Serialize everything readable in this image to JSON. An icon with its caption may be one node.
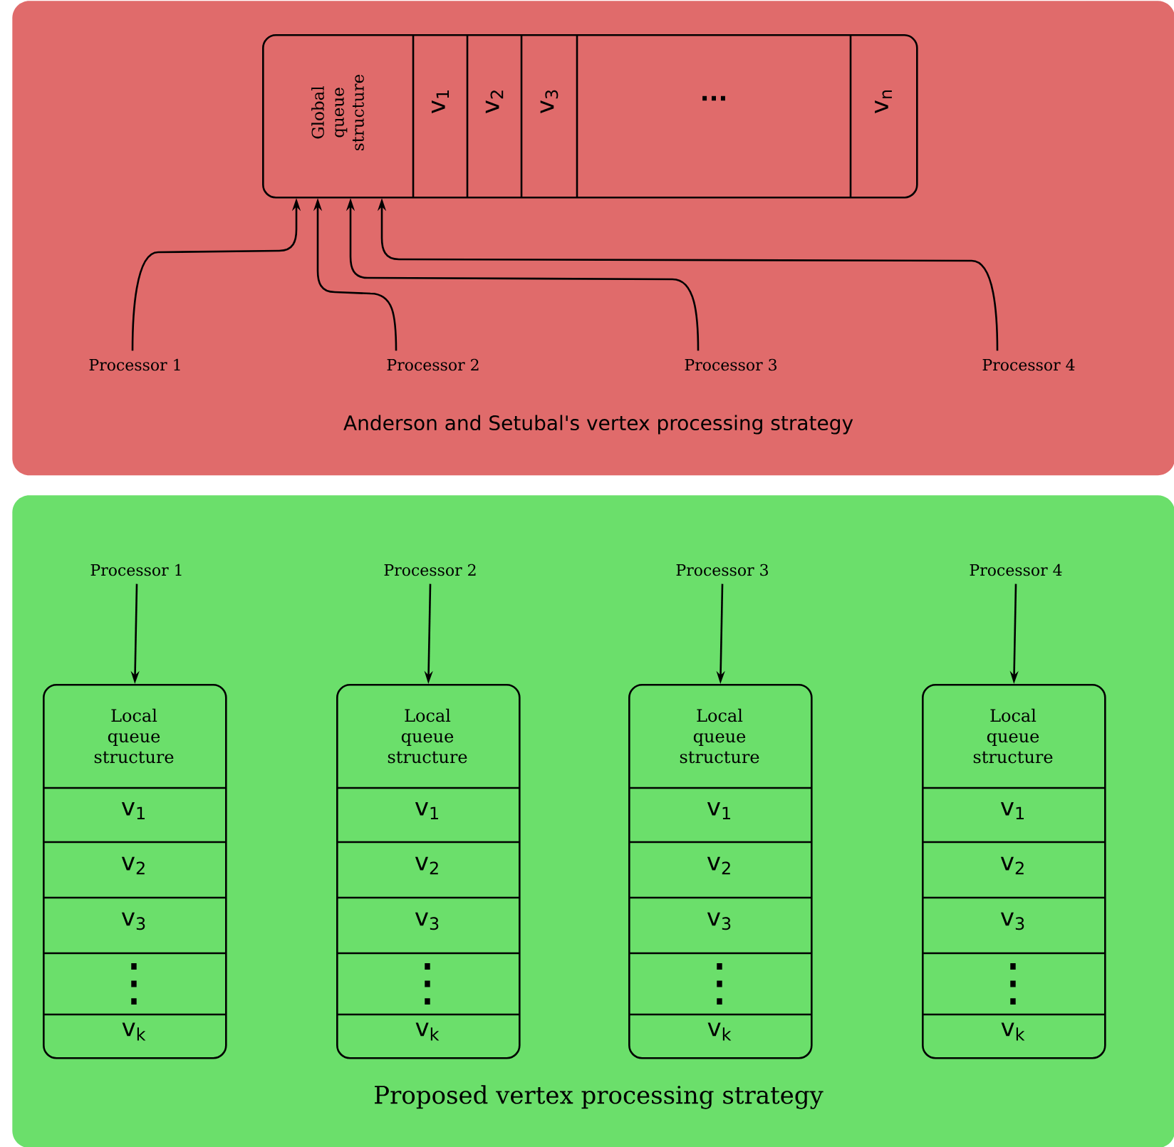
{
  "diagram": {
    "nodes": [
      {
        "text": [
          "Anderson and Setubal's vertex processing strategy"
        ]
      },
      {
        "text": [
          "Global queue structure",
          "v$_{1}$",
          "v$_{2}$",
          "v$_{3}$",
          "...",
          "v$_{n}$"
        ],
        "in": 0
      },
      {
        "text": [
          "Processor 1"
        ],
        "in": 0
      },
      {
        "text": [
          "Processor 2"
        ],
        "in": 0
      },
      {
        "text": [
          "Processor 3"
        ],
        "in": 0
      },
      {
        "text": [
          "Processor 4"
        ],
        "in": 0
      },
      {
        "text": [
          "Proposed vertex processing strategy"
        ]
      },
      {
        "text": [
          "Processor 1"
        ],
        "in": 6
      },
      {
        "text": [
          "Processor 2"
        ],
        "in": 6
      },
      {
        "text": [
          "Processor 3"
        ],
        "in": 6
      },
      {
        "text": [
          "Processor 4"
        ],
        "in": 6
      },
      {
        "text": [
          "Local queue structure",
          "v$_{1}$",
          "v$_{2}$",
          "v$_{3}$",
          "⋮",
          "v$_{k}$"
        ],
        "in": 6
      },
      {
        "text": [
          "Local queue structure",
          "v$_{1}$",
          "v$_{2}$",
          "v$_{3}$",
          "⋮",
          "v$_{k}$"
        ],
        "in": 6
      },
      {
        "text": [
          "Local queue structure",
          "v$_{1}$",
          "v$_{2}$",
          "v$_{3}$",
          "⋮",
          "v$_{k}$"
        ],
        "in": 6
      },
      {
        "text": [
          "Local queue structure",
          "v$_{1}$",
          "v$_{2}$",
          "v$_{3}$",
          "⋮",
          "v$_{k}$"
        ],
        "in": 6
      }
    ],
    "edges": [
      {
        "from": 2,
        "to": 1,
        "arrow": "to"
      },
      {
        "from": 3,
        "to": 1,
        "arrow": "to"
      },
      {
        "from": 4,
        "to": 1,
        "arrow": "to"
      },
      {
        "from": 5,
        "to": 1,
        "arrow": "to"
      },
      {
        "from": 7,
        "to": 11,
        "arrow": "to"
      },
      {
        "from": 8,
        "to": 12,
        "arrow": "to"
      },
      {
        "from": 9,
        "to": 13,
        "arrow": "to"
      },
      {
        "from": 10,
        "to": 14,
        "arrow": "to"
      }
    ]
  }
}
